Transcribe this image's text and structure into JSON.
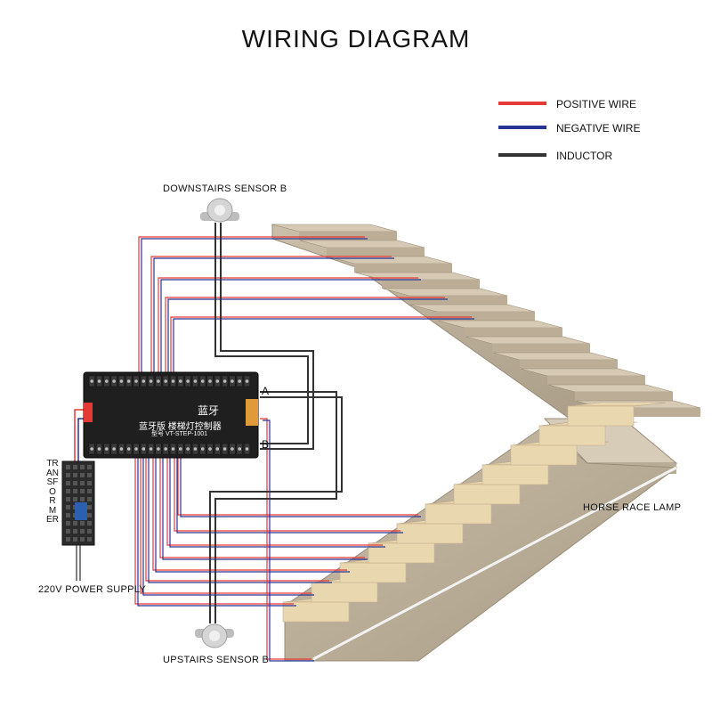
{
  "title": "WIRING DIAGRAM",
  "legend": [
    {
      "label": "POSITIVE WIRE",
      "color": "#e53935"
    },
    {
      "label": "NEGATIVE WIRE",
      "color": "#283593"
    },
    {
      "label": "INDUCTOR",
      "color": "#333333"
    }
  ],
  "labels": {
    "downstairs_sensor": "DOWNSTAIRS SENSOR B",
    "upstairs_sensor": "UPSTAIRS SENSOR B",
    "transformer": "TRANSFORMER",
    "power_supply": "220V POWER SUPPLY",
    "horse_race_lamp": "HORSE RACE LAMP",
    "terminal_a": "A",
    "terminal_b": "B"
  },
  "controller": {
    "brand": "蓝牙",
    "name": "蓝牙版 楼梯灯控制器",
    "model": "型号 VT-STEP-1001"
  }
}
